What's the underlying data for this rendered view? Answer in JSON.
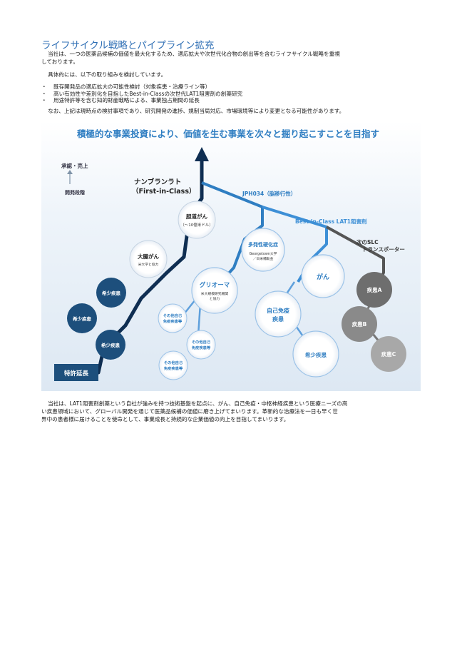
{
  "document": {
    "title": "ライフサイクル戦略とパイプライン拡充",
    "intro_line1": "当社は、一つの医薬品候補の価値を最大化するため、適応拡大や次世代化合物の創出等を含むライフサイクル戦略を重視",
    "intro_line2": "しております。",
    "list_intro": "具体的には、以下の取り組みを検討しています。",
    "bullets": [
      "既存開発品の適応拡大の可能性検討（対象疾患・治療ライン等）",
      "高い有効性や差別化を目指したBest-in-Classの次世代LAT1阻害剤の創薬研究",
      "用途特許等を含む知的財産戦略による、事業独占期間の延長"
    ],
    "note": "なお、上記は現時点の検討事項であり、研究開発の進捗、規制当局対応、市場環境等により変更となる可能性があります。",
    "closing_line1": "当社は、LAT1阻害剤創薬という自社が強みを持つ技術基盤を起点に、がん、自己免疫・中枢神経疾患という医療ニーズの高",
    "closing_line2": "い疾患領域において、グローバル開発を通じて医薬品候補の価値に磨き上げてまいります。革新的な治療法を一日も早く世",
    "closing_line3": "界中の患者様に届けることを使命として、事業成長と持続的な企業価値の向上を目指してまいります。"
  },
  "diagram": {
    "headline": "積極的な事業投資により、価値を生む事業を次々と掘り起こすことを目指す",
    "axis_top": "承認・売上",
    "axis_bottom": "開発段階",
    "trunk_label_line1": "ナンブランラト",
    "trunk_label_line2": "（First-in-Class）",
    "branch_jph": "JPH034（脳移行性）",
    "branch_bic": "Best-in-Class LAT1阻害剤",
    "branch_slc_line1": "次のSLC",
    "branch_slc_line2": "トランスポーター",
    "patent_box": "特許延長",
    "colors": {
      "dark_navy": "#1d4f7c",
      "blue": "#2f7ec2",
      "light_blue": "#3d8fd6",
      "gray_dark": "#6e6e6e",
      "gray_mid": "#8a8a8a",
      "gray_light": "#a8a8a8"
    },
    "nodes": {
      "tando_line1": "胆道がん",
      "tando_line2": "（〜10億米ドル）",
      "daichou_line1": "大腸がん",
      "daichou_line2": "米大学と協力",
      "rare1": "希少疾患",
      "rare2": "希少疾患",
      "rare3": "希少疾患",
      "glioma_line1": "グリオーマ",
      "glioma_line2": "米大規模研究機関",
      "glioma_line3": "と協力",
      "autoimm1_line1": "その他自己",
      "autoimm1_line2": "免疫疾患等",
      "autoimm2_line1": "その他自己",
      "autoimm2_line2": "免疫疾患等",
      "autoimm3_line1": "その他自己",
      "autoimm3_line2": "免疫疾患等",
      "ms_line1": "多発性硬化症",
      "ms_line2": "Georgetown大学",
      "ms_line3": "／日米補助金",
      "cancer": "がん",
      "autoimm_main_line1": "自己免疫",
      "autoimm_main_line2": "疾患",
      "rare_bic": "希少疾患",
      "disease_a": "疾患A",
      "disease_b": "疾患B",
      "disease_c": "疾患C"
    }
  }
}
